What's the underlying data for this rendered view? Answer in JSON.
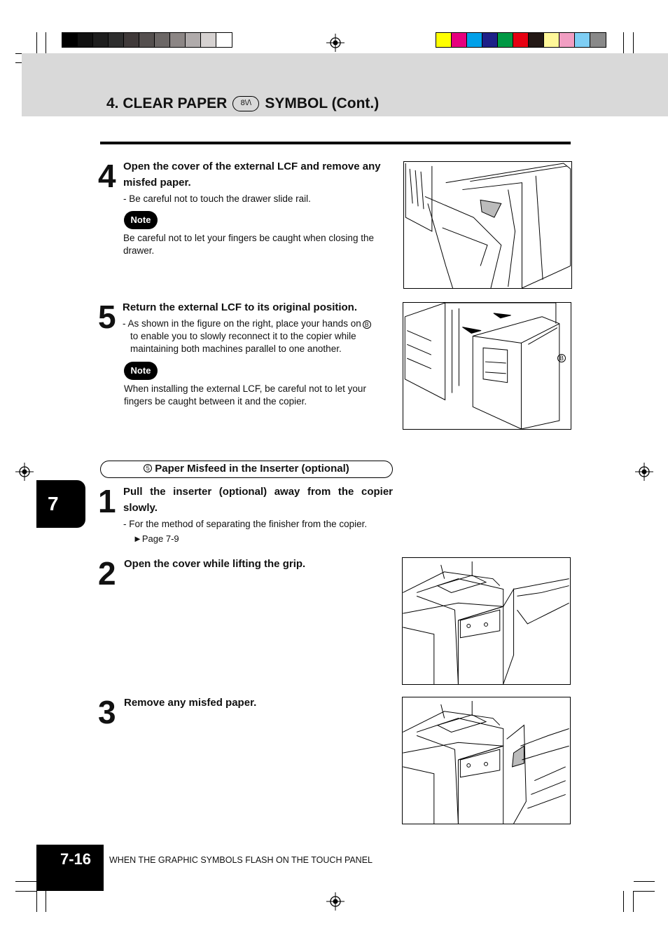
{
  "header": {
    "title_before": "4. CLEAR PAPER",
    "symbol_glyph": "8\\/\\",
    "title_after": "SYMBOL (Cont.)"
  },
  "color_bar_left": [
    "#000000",
    "#111111",
    "#1e1e1e",
    "#2e2e2e",
    "#403a3a",
    "#55504f",
    "#6c6766",
    "#8c8685",
    "#b0abab",
    "#d6d2d1",
    "#ffffff"
  ],
  "color_bar_right": [
    "#ffff00",
    "#e6007e",
    "#00a0e9",
    "#1d2088",
    "#009944",
    "#e60012",
    "#231815",
    "#fff799",
    "#f19ec2",
    "#7ecef4",
    "#898989"
  ],
  "steps_a": [
    {
      "number": "4",
      "heading_line1": "Open the cover of the external LCF and remove any",
      "heading_line2": "misfed paper.",
      "detail": "- Be careful not to touch the drawer slide rail.",
      "note_label": "Note",
      "note_line1": "Be careful not to let your fingers be caught when closing the",
      "note_line2": "drawer."
    },
    {
      "number": "5",
      "heading": "Return the external LCF to its original position.",
      "detail_line1": "- As shown in the figure on the right, place your hands on",
      "detail_marker": "B",
      "detail_line2": "to enable you to slowly reconnect it to the copier while",
      "detail_line3": "maintaining both machines parallel to one another.",
      "note_label": "Note",
      "note_line1": "When installing the external LCF, be careful not to let your",
      "note_line2": "fingers be caught between it and the copier.",
      "figure_label": "B"
    }
  ],
  "section": {
    "marker": "5",
    "title": "Paper Misfeed in the Inserter (optional)"
  },
  "steps_b": [
    {
      "number": "1",
      "heading_line1": "Pull the inserter (optional) away from the copier",
      "heading_line2": "slowly.",
      "detail": "- For the method of separating the finisher from the copier.",
      "page_ref": "Page 7-9"
    },
    {
      "number": "2",
      "heading": "Open the cover while lifting the grip."
    },
    {
      "number": "3",
      "heading": "Remove any misfed paper."
    }
  ],
  "chapter_tab": "7",
  "page_number": "7-16",
  "footer_text": "WHEN THE GRAPHIC SYMBOLS FLASH ON THE TOUCH PANEL"
}
